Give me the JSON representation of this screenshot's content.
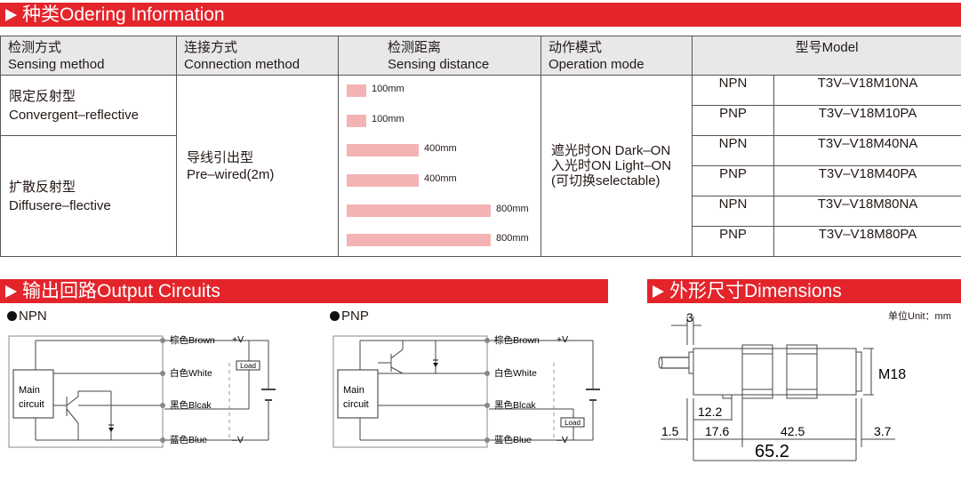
{
  "ordering": {
    "title": "种类Odering Information",
    "headers": [
      {
        "cn": "检测方式",
        "en": "Sensing method"
      },
      {
        "cn": "连接方式",
        "en": "Connection method"
      },
      {
        "cn": "检测距离",
        "en": "Sensing distance"
      },
      {
        "cn": "动作模式",
        "en": "Operation mode"
      },
      {
        "cn": "型号Model"
      }
    ],
    "methods": [
      {
        "cn": "限定反射型",
        "en": "Convergent–reflective"
      },
      {
        "cn": "扩散反射型",
        "en": "Diffusere–flective"
      }
    ],
    "connection": {
      "cn": "导线引出型",
      "en": "Pre–wired(2m)"
    },
    "distances": [
      {
        "label": "100mm",
        "value": 100
      },
      {
        "label": "100mm",
        "value": 100
      },
      {
        "label": "400mm",
        "value": 400
      },
      {
        "label": "400mm",
        "value": 400
      },
      {
        "label": "800mm",
        "value": 800
      },
      {
        "label": "800mm",
        "value": 800
      }
    ],
    "operation": [
      "遮光时ON  Dark–ON",
      "入光时ON  Light–ON",
      "(可切换selectable)"
    ],
    "models": [
      {
        "type": "NPN",
        "model": "T3V–V18M10NA"
      },
      {
        "type": "PNP",
        "model": "T3V–V18M10PA"
      },
      {
        "type": "NPN",
        "model": "T3V–V18M40NA"
      },
      {
        "type": "PNP",
        "model": "T3V–V18M40PA"
      },
      {
        "type": "NPN",
        "model": "T3V–V18M80NA"
      },
      {
        "type": "PNP",
        "model": "T3V–V18M80PA"
      }
    ]
  },
  "output": {
    "title": "输出回路Output Circuits",
    "npn_label": "NPN",
    "pnp_label": "PNP",
    "main_circuit": [
      "Main",
      "circuit"
    ],
    "wires": {
      "brown": "棕色Brown",
      "white": "白色White",
      "black": "黑色Blcak",
      "blue": "蓝色Blue"
    },
    "plus_v": "+V",
    "minus_v": "–V",
    "load": "Load"
  },
  "dimensions": {
    "title": "外形尺寸Dimensions",
    "unit": "单位Unit：mm",
    "values": {
      "d3": "3",
      "m18": "M18",
      "d12_2": "12.2",
      "d1_5": "1.5",
      "d17_6": "17.6",
      "d42_5": "42.5",
      "d3_7": "3.7",
      "total": "65.2"
    }
  },
  "colors": {
    "accent": "#e4242b",
    "bar": "#f3b3b4",
    "header_bg": "#e8e8e9"
  }
}
